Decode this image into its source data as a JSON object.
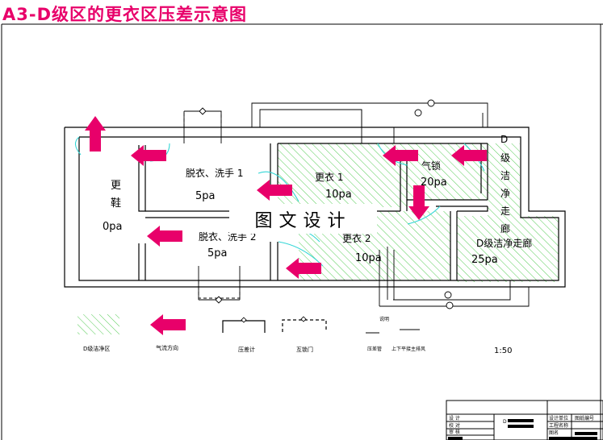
{
  "title": "A3-D级区的更衣区压差示意图",
  "rooms": {
    "change_shoes": {
      "name_line1": "更",
      "name_line2": "鞋",
      "pressure": "0pa"
    },
    "undress_wash_1": {
      "name": "脱衣、洗手 1",
      "pressure": "5pa"
    },
    "undress_wash_2": {
      "name": "脱衣、洗手 2",
      "pressure": "5pa"
    },
    "dress_1": {
      "name": "更衣 1",
      "pressure": "10pa"
    },
    "dress_2": {
      "name": "更衣 2",
      "pressure": "10pa"
    },
    "airlock": {
      "name": "气锁",
      "pressure": "20pa"
    },
    "corridor_vertical": {
      "chars": [
        "D",
        "级",
        "洁",
        "净",
        "走",
        "廊"
      ]
    },
    "corridor": {
      "name": "D级洁净走廊",
      "pressure": "25pa"
    }
  },
  "watermark": "图文设计",
  "legend": {
    "clean_area": "D级洁净区",
    "airflow": "气流方向",
    "gauge": "压差计",
    "interlock_door": "互锁门",
    "header": "说明",
    "line_a": "压差管",
    "line_b": "上下平接主排风"
  },
  "scale": "1:50",
  "title_block": {
    "drawing_no": "D",
    "design": "设 计",
    "check": "校 对",
    "approve": "审 核",
    "project_hdr": "设计单位",
    "project_lbl": "工程名称",
    "sheet_lbl": "图名",
    "sheet_hdr": "图纸编号"
  },
  "colors": {
    "title": "#e8006a",
    "arrow": "#e8006a",
    "hatch": "#55cc55",
    "door": "#33d6d6",
    "wall": "#000000"
  }
}
